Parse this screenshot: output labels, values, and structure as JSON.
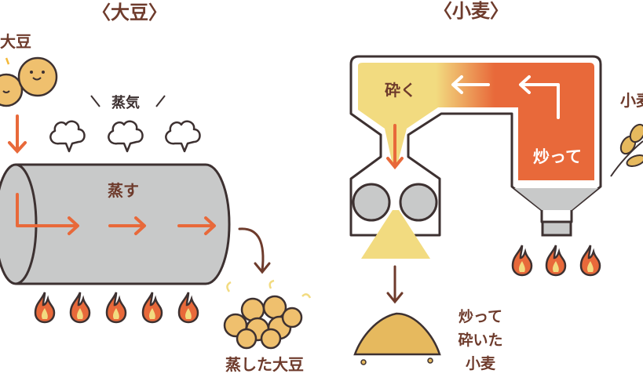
{
  "soy": {
    "title": "〈大豆〉",
    "input_label": "大豆",
    "steam_label": "蒸気",
    "process_label": "蒸す",
    "output_label": "蒸した大豆"
  },
  "wheat": {
    "title": "〈小麦〉",
    "crush_label": "砕く",
    "roast_label": "炒って",
    "input_label": "小麦",
    "output_lines": [
      "炒って",
      "砕いた",
      "小麦"
    ]
  },
  "colors": {
    "brown": "#6e3b2c",
    "orange": "#e8693a",
    "yellow": "#f2db80",
    "grey": "#c8c9c9",
    "bean": "#efc06e"
  }
}
